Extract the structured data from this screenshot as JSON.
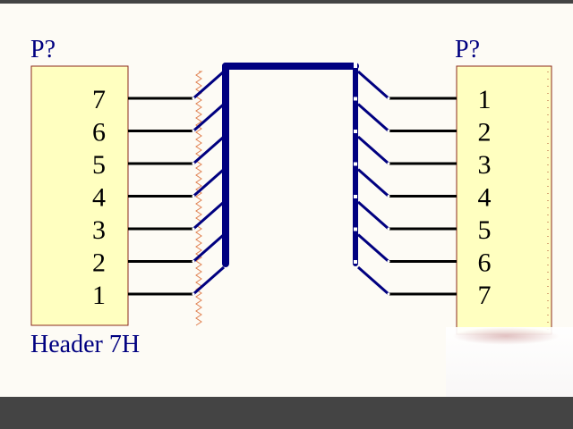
{
  "colors": {
    "background": "#fdfbf5",
    "component_fill": "#ffffc0",
    "component_border": "#8b2a1a",
    "text": "#000080",
    "pin_number": "#000000",
    "wire": "#000000",
    "bus": "#000080",
    "bus_entry": "#000080",
    "sheet_edge": "#e08050"
  },
  "left_header": {
    "designator": "P?",
    "comment": "Header 7H",
    "pins": [
      "7",
      "6",
      "5",
      "4",
      "3",
      "2",
      "1"
    ]
  },
  "right_header": {
    "designator": "P?",
    "pins": [
      "1",
      "2",
      "3",
      "4",
      "5",
      "6",
      "7"
    ]
  }
}
